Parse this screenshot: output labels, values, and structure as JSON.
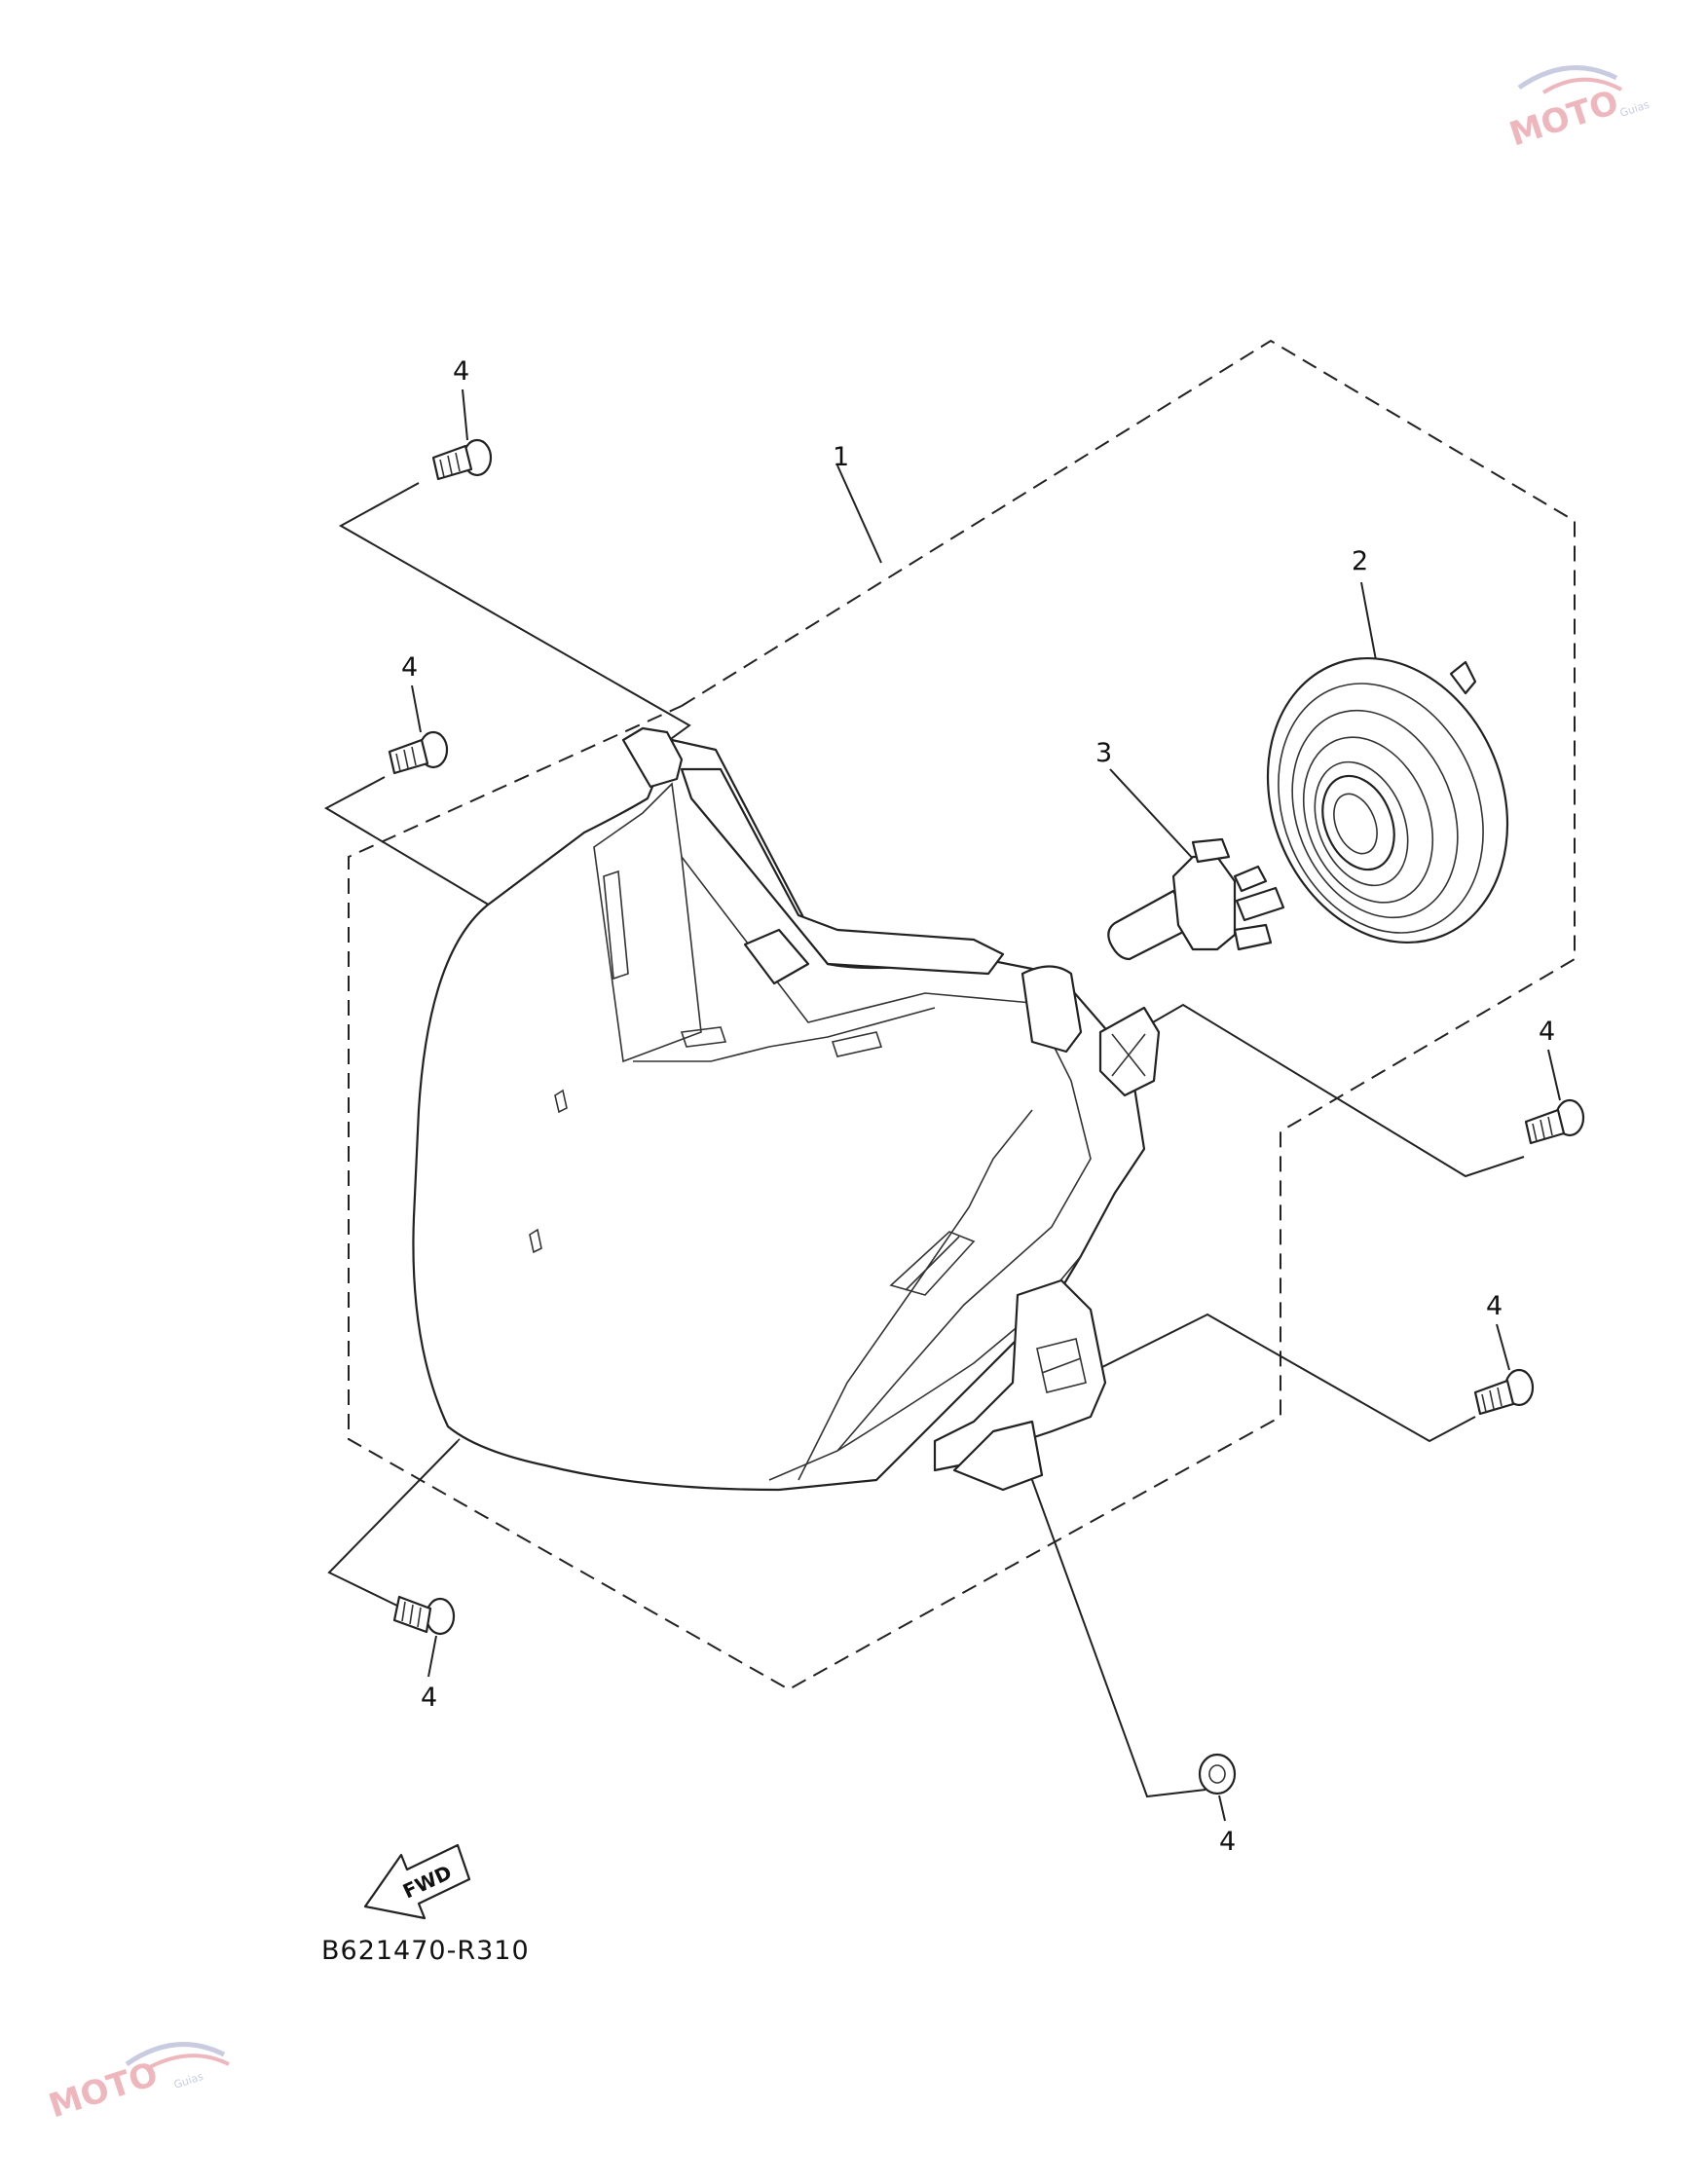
{
  "callouts": {
    "c1": "1",
    "c2": "2",
    "c3": "3",
    "c4_top_left": "4",
    "c4_mid_left": "4",
    "c4_right_upper": "4",
    "c4_right_lower": "4",
    "c4_bottom_left": "4",
    "c4_bottom_center": "4"
  },
  "fwd_label": "FWD",
  "reference_code": "B621470-R310",
  "watermark": {
    "logo_text": "MOTO",
    "tagline": "Guias"
  },
  "colors": {
    "line": "#222222",
    "watermark_pink": "#e8a0a8",
    "watermark_blue": "#b8bcd8"
  }
}
